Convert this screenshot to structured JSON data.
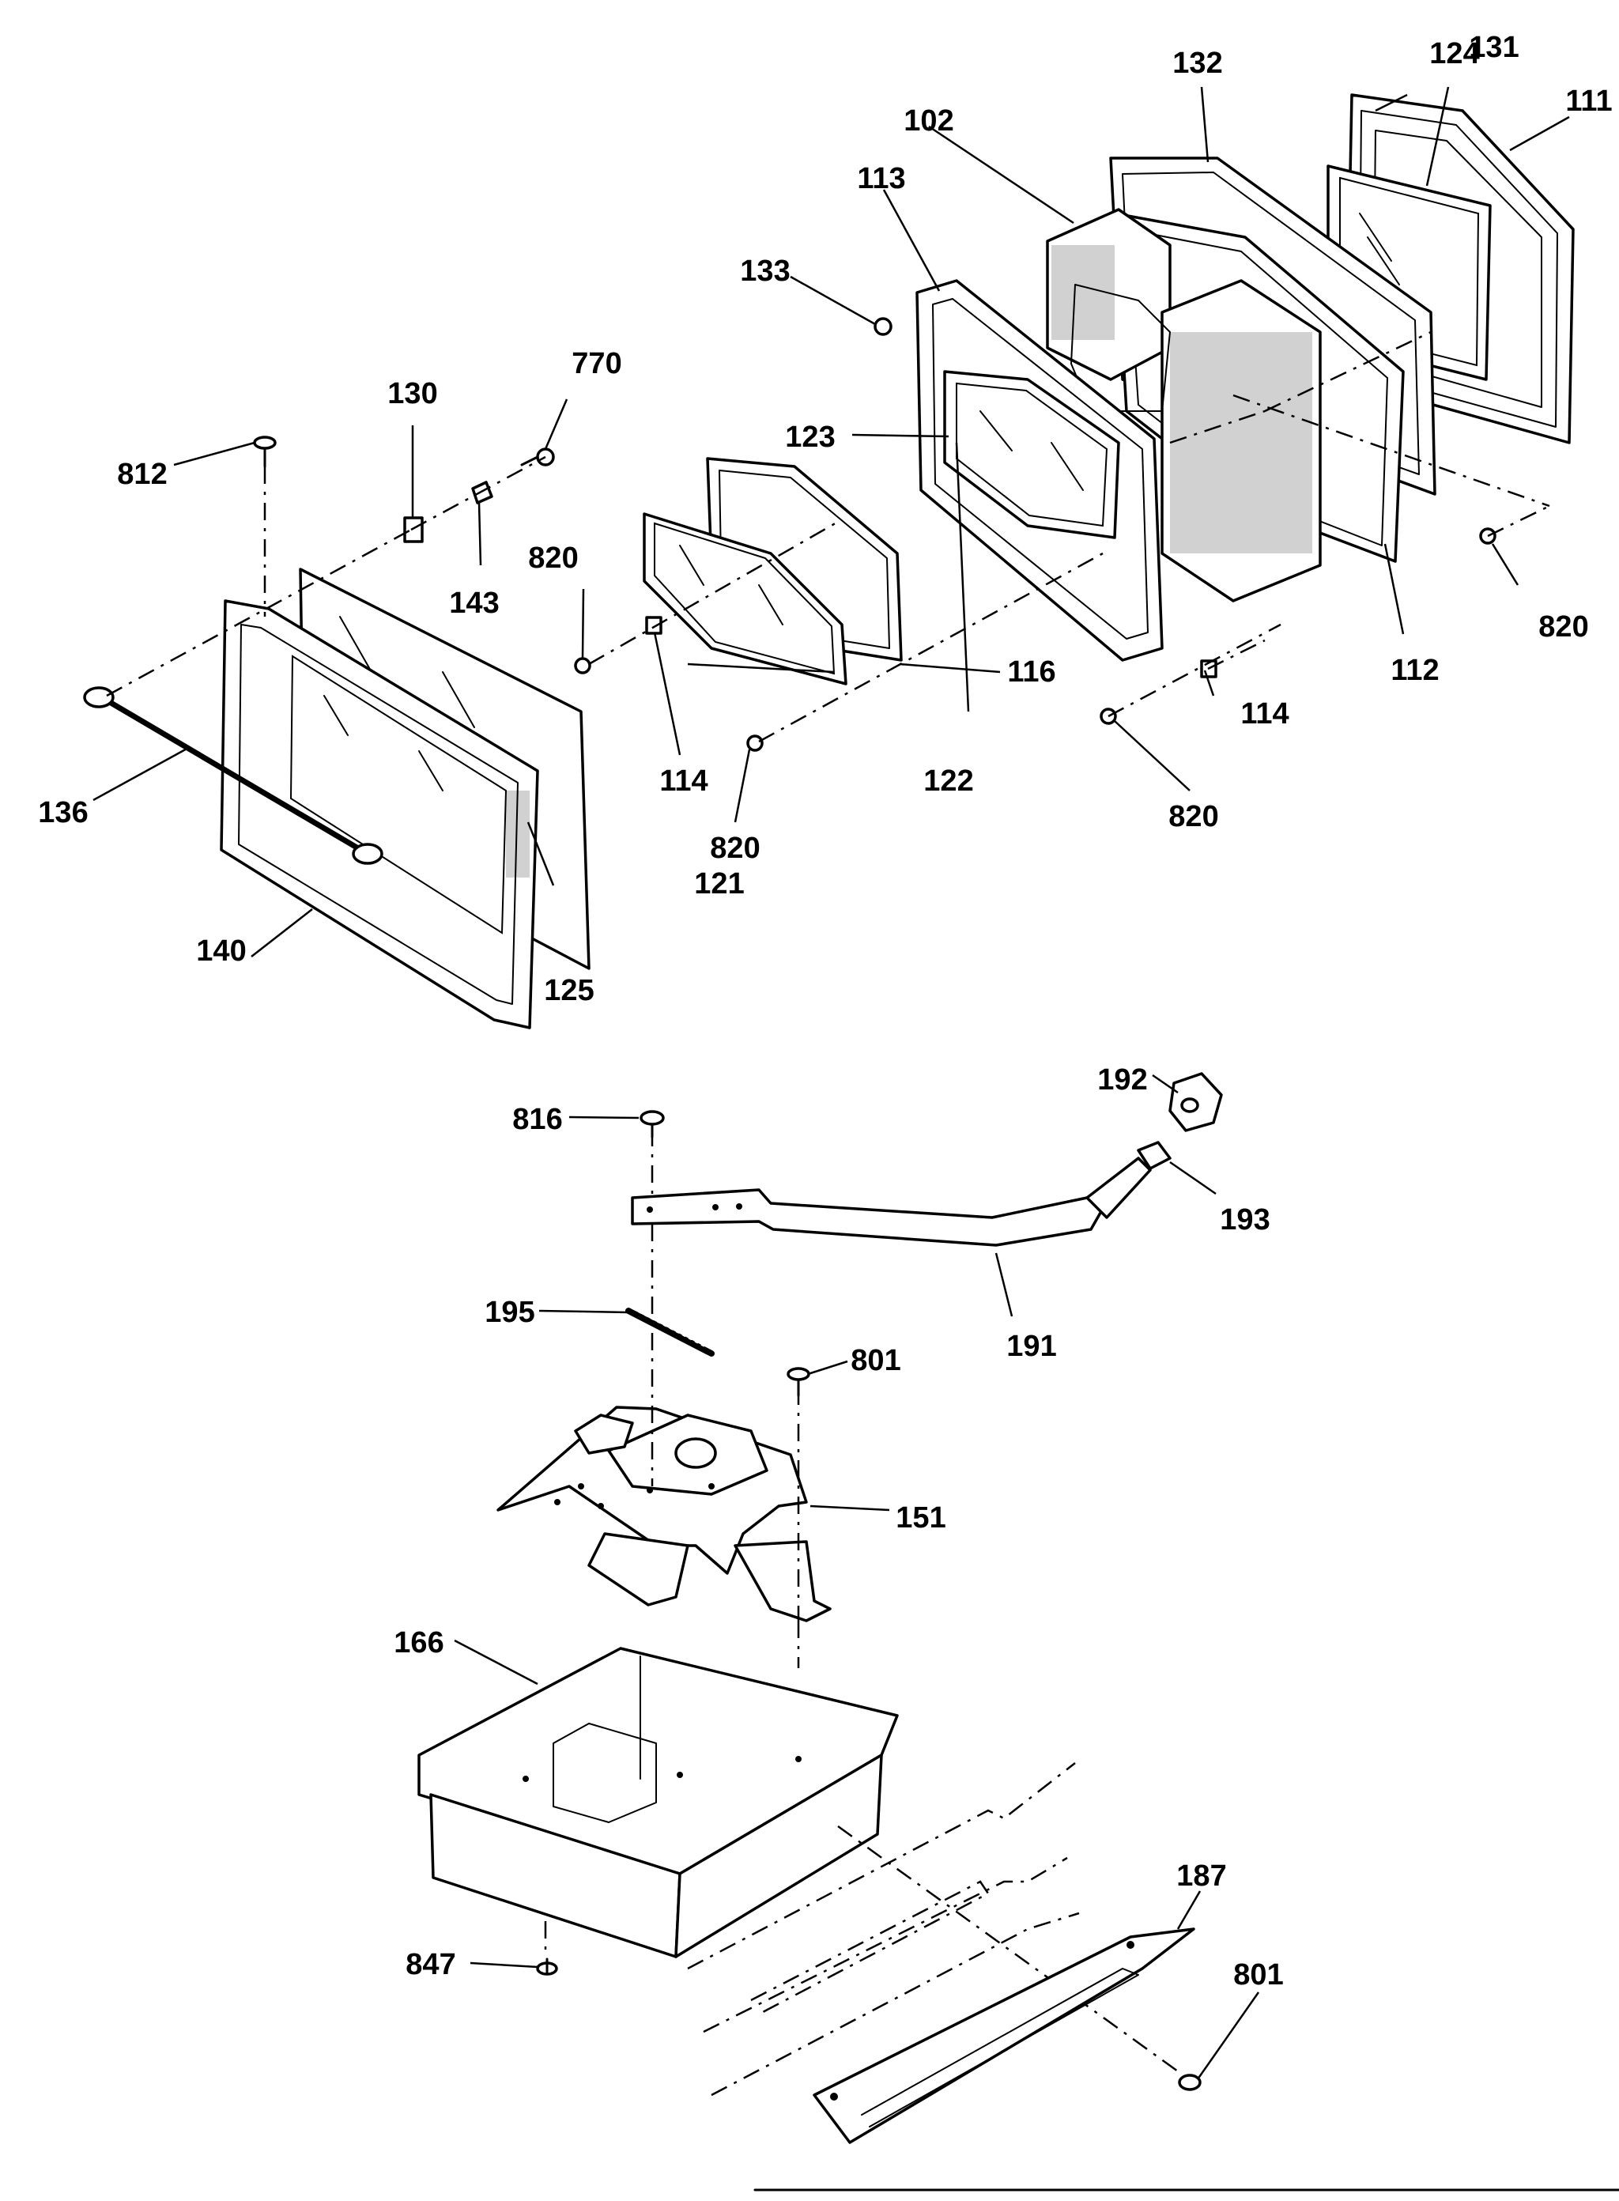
{
  "callouts": {
    "c102": "102",
    "c111": "111",
    "c112": "112",
    "c113": "113",
    "c114a": "114",
    "c114b": "114",
    "c116": "116",
    "c121": "121",
    "c122": "122",
    "c123": "123",
    "c124": "124",
    "c125": "125",
    "c130": "130",
    "c131": "131",
    "c132": "132",
    "c133": "133",
    "c136": "136",
    "c140": "140",
    "c143": "143",
    "c151": "151",
    "c166": "166",
    "c187": "187",
    "c191": "191",
    "c192": "192",
    "c193": "193",
    "c195": "195",
    "c770": "770",
    "c801a": "801",
    "c801b": "801",
    "c812": "812",
    "c816": "816",
    "c820a": "820",
    "c820b": "820",
    "c820c": "820",
    "c820d": "820",
    "c847": "847"
  }
}
